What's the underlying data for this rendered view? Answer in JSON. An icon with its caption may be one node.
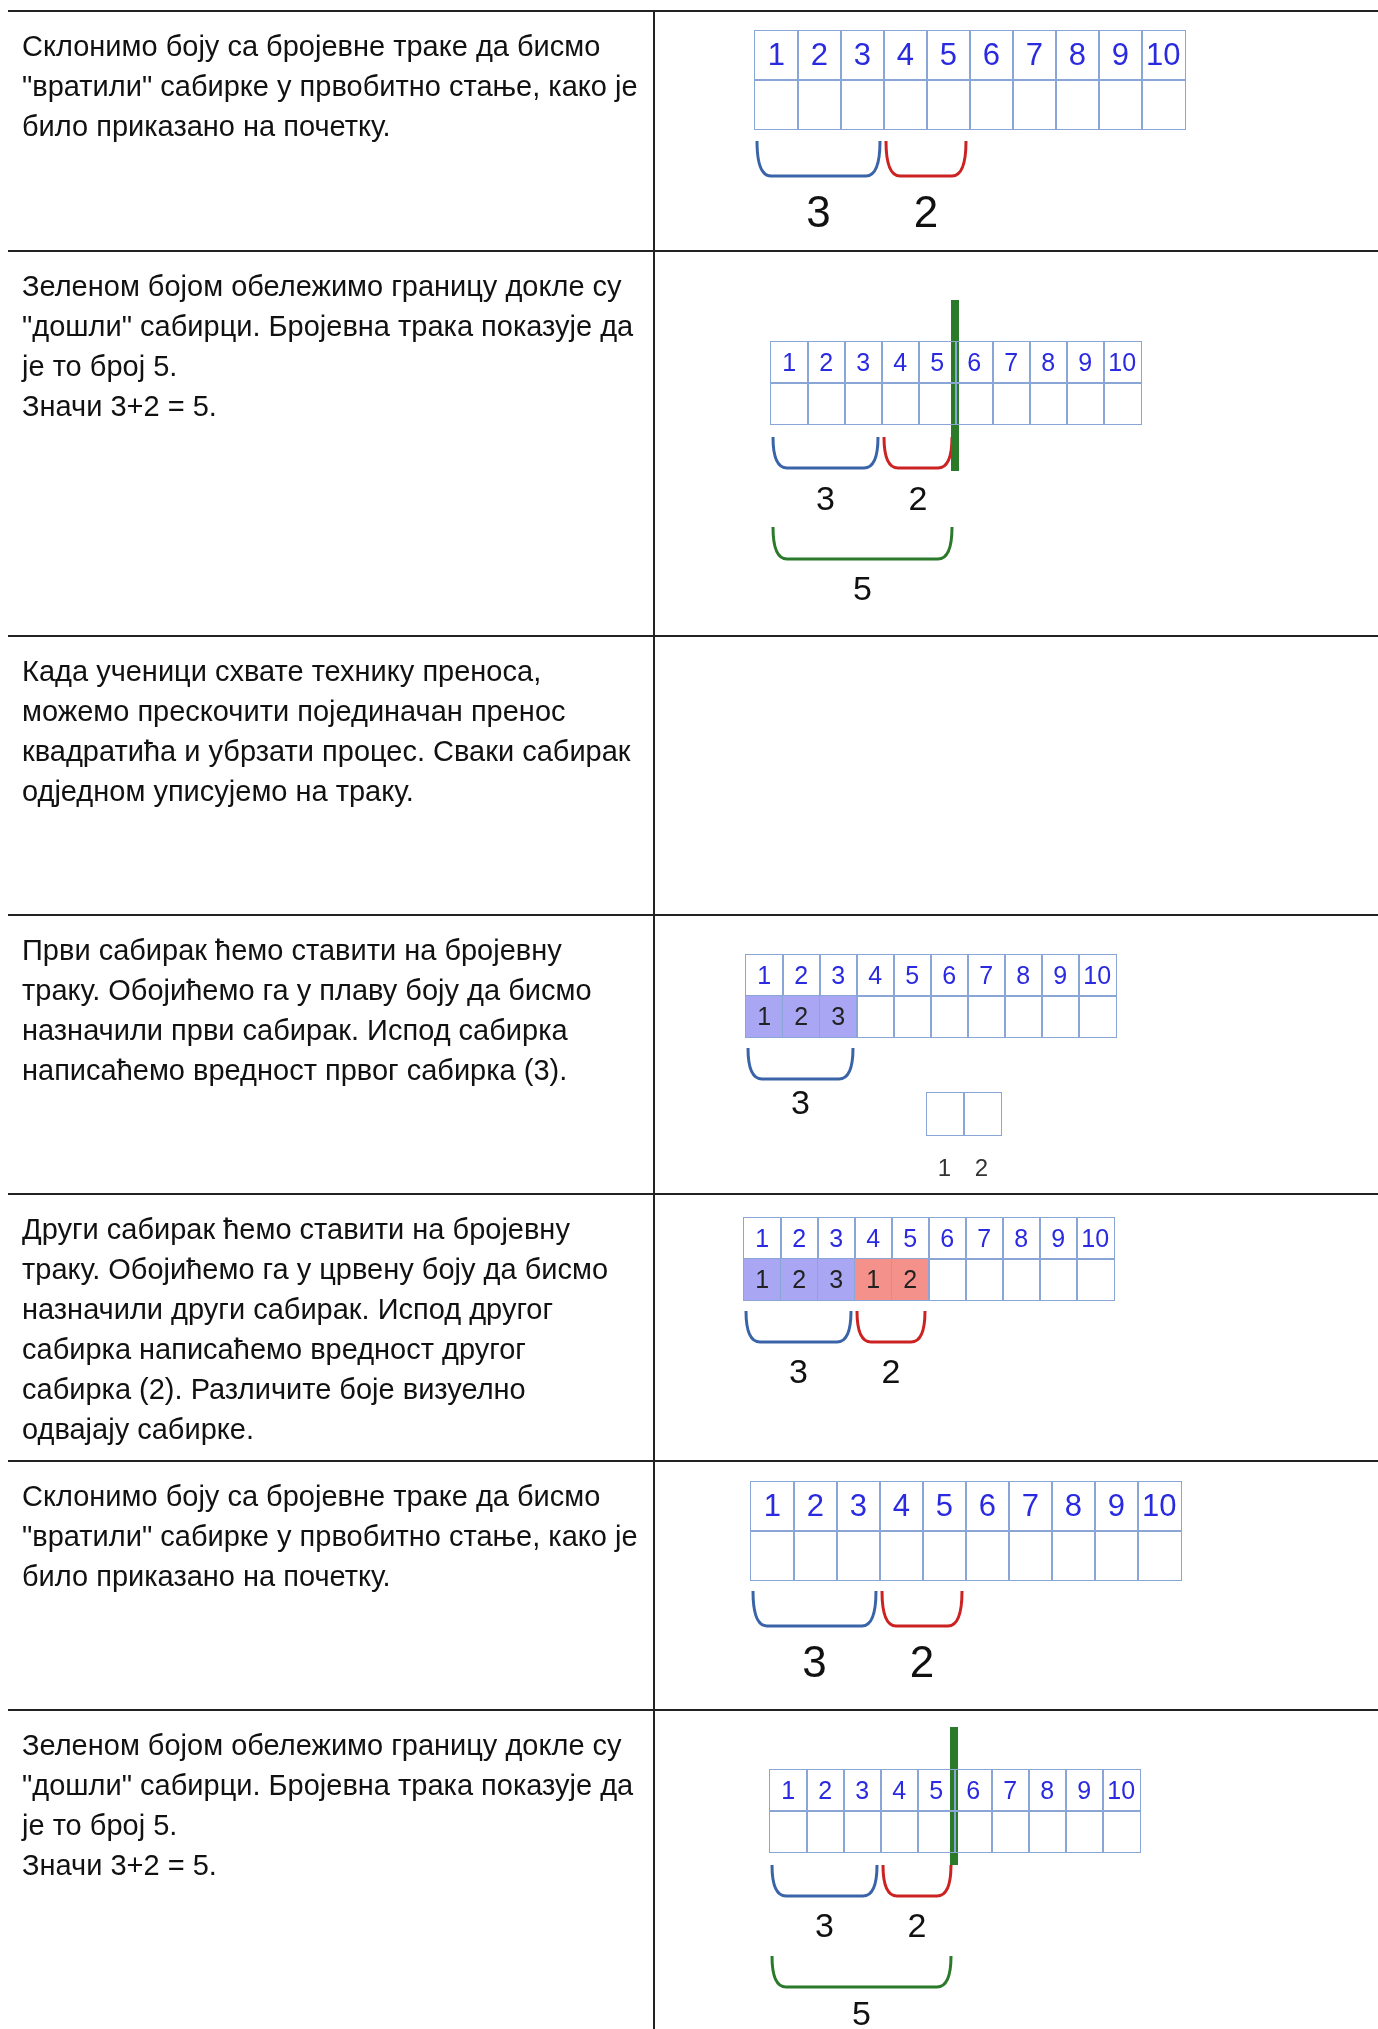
{
  "diagram": {
    "labels": [
      "Склонимо боју са бројевне траке да бисмо \"вратили\" сабирке у првобитно стање, како је било приказано на почетку.",
      "1",
      "2",
      "3",
      "4",
      "5",
      "6",
      "7",
      "8",
      "9",
      "10",
      "3",
      "2",
      "Зеленом бојом обележимо границу докле су \"дошли\" сабирци. Бројевна трака показује да је то број 5.",
      "Значи 3+2 = 5.",
      "1",
      "2",
      "3",
      "4",
      "5",
      "6",
      "7",
      "8",
      "9",
      "10",
      "3",
      "2",
      "5",
      "Када ученици схвате технику преноса, можемо прескочити појединачан пренос квадратића и убрзати процес. Сваки сабирак одједном уписујемо на траку.",
      "Први сабирак ћемо ставити на бројевну траку. Обојићемо га у плаву боју да бисмо назначили први сабирак. Испод сабирка написаћемо вредност првог сабирка (3).",
      "1",
      "2",
      "3",
      "4",
      "5",
      "6",
      "7",
      "8",
      "9",
      "10",
      "1",
      "2",
      "3",
      "3",
      "1",
      "2",
      "Други сабирак ћемо ставити на бројевну траку. Обојићемо га у црвену боју да бисмо назначили други сабирак. Испод другог сабирка написаћемо вредност другог сабирка (2). Различите боје визуелно одвајају сабирке.",
      "1",
      "2",
      "3",
      "4",
      "5",
      "6",
      "7",
      "8",
      "9",
      "10",
      "1",
      "2",
      "3",
      "1",
      "2",
      "3",
      "2",
      "Склонимо боју са бројевне траке да бисмо \"вратили\" сабирке у првобитно стање, како је било приказано на почетку.",
      "1",
      "2",
      "3",
      "4",
      "5",
      "6",
      "7",
      "8",
      "9",
      "10",
      "3",
      "2",
      "Зеленом бојом обележимо границу докле су \"дошли\" сабирци. Бројевна трака показује да је то број 5.",
      "Значи 3+2 = 5.",
      "1",
      "2",
      "3",
      "4",
      "5",
      "6",
      "7",
      "8",
      "9",
      "10",
      "3",
      "2",
      "5"
    ]
  }
}
